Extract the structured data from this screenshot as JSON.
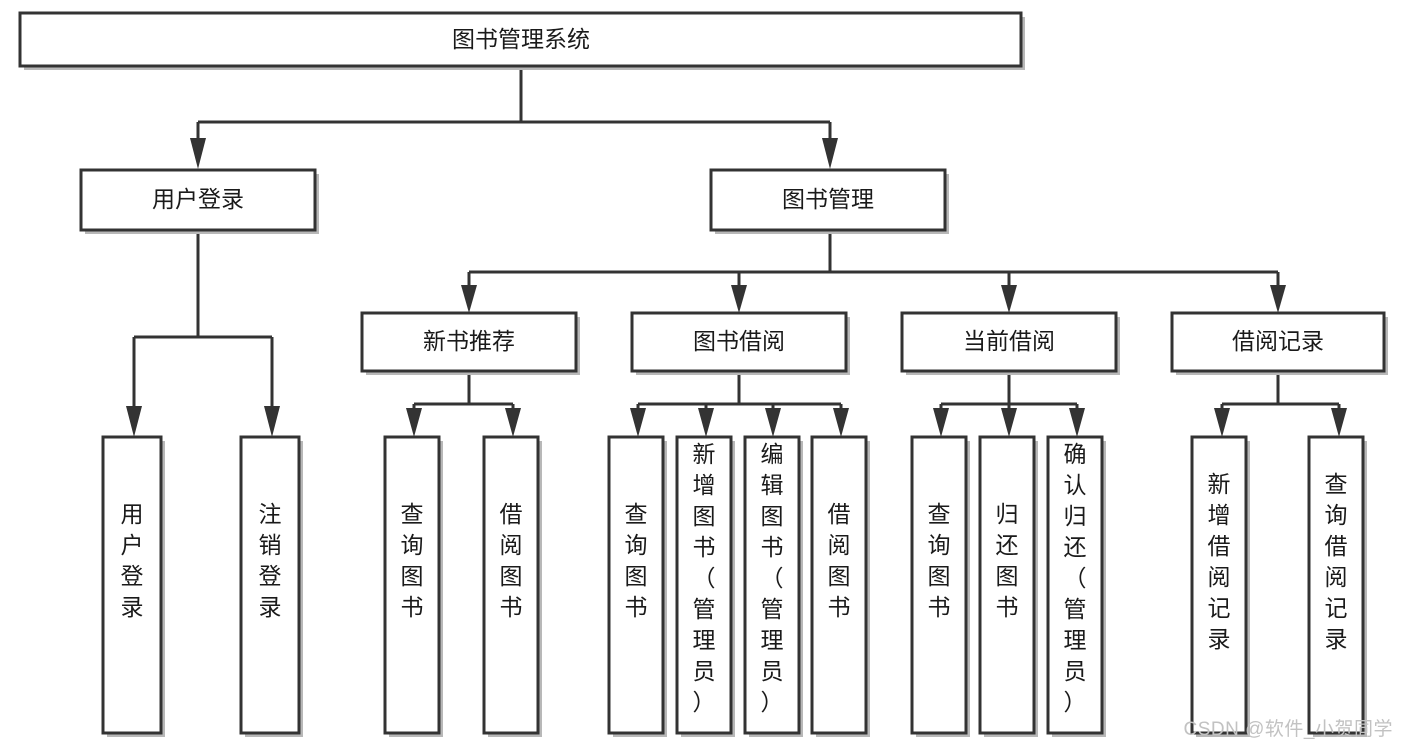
{
  "diagram": {
    "type": "tree-hierarchy",
    "title": "图书管理系统",
    "watermark": "CSDN @软件_小贺同学",
    "colors": {
      "box_fill": "#ffffff",
      "box_stroke": "#333333",
      "text": "#1a1a1a",
      "watermark": "#c2c2c2",
      "background": "#ffffff"
    },
    "levels": [
      {
        "level": 1,
        "nodes": [
          {
            "id": "root",
            "label": "图书管理系统",
            "orientation": "horizontal"
          }
        ]
      },
      {
        "level": 2,
        "nodes": [
          {
            "id": "user-login",
            "label": "用户登录",
            "orientation": "horizontal",
            "parent": "root"
          },
          {
            "id": "book-admin",
            "label": "图书管理",
            "orientation": "horizontal",
            "parent": "root"
          }
        ]
      },
      {
        "level": 3,
        "nodes": [
          {
            "id": "new-book-rec",
            "label": "新书推荐",
            "orientation": "horizontal",
            "parent": "book-admin"
          },
          {
            "id": "book-borrow",
            "label": "图书借阅",
            "orientation": "horizontal",
            "parent": "book-admin"
          },
          {
            "id": "current-borrow",
            "label": "当前借阅",
            "orientation": "horizontal",
            "parent": "book-admin"
          },
          {
            "id": "borrow-record",
            "label": "借阅记录",
            "orientation": "horizontal",
            "parent": "book-admin"
          }
        ]
      },
      {
        "level": 4,
        "nodes": [
          {
            "id": "leaf-1",
            "label": "用户登录",
            "orientation": "vertical",
            "parent": "user-login"
          },
          {
            "id": "leaf-2",
            "label": "注销登录",
            "orientation": "vertical",
            "parent": "user-login"
          },
          {
            "id": "leaf-3",
            "label": "查询图书",
            "orientation": "vertical",
            "parent": "new-book-rec"
          },
          {
            "id": "leaf-4",
            "label": "借阅图书",
            "orientation": "vertical",
            "parent": "new-book-rec"
          },
          {
            "id": "leaf-5",
            "label": "查询图书",
            "orientation": "vertical",
            "parent": "book-borrow"
          },
          {
            "id": "leaf-6",
            "label": "新增图书（管理员）",
            "orientation": "vertical",
            "parent": "book-borrow"
          },
          {
            "id": "leaf-7",
            "label": "编辑图书（管理员）",
            "orientation": "vertical",
            "parent": "book-borrow"
          },
          {
            "id": "leaf-8",
            "label": "借阅图书",
            "orientation": "vertical",
            "parent": "book-borrow"
          },
          {
            "id": "leaf-9",
            "label": "查询图书",
            "orientation": "vertical",
            "parent": "current-borrow"
          },
          {
            "id": "leaf-10",
            "label": "归还图书",
            "orientation": "vertical",
            "parent": "current-borrow"
          },
          {
            "id": "leaf-11",
            "label": "确认归还（管理员）",
            "orientation": "vertical",
            "parent": "current-borrow"
          },
          {
            "id": "leaf-12",
            "label": "新增借阅记录",
            "orientation": "vertical",
            "parent": "borrow-record"
          },
          {
            "id": "leaf-13",
            "label": "查询借阅记录",
            "orientation": "vertical",
            "parent": "borrow-record"
          }
        ]
      }
    ]
  },
  "chart_data": {
    "type": "table",
    "title": "图书管理系统 功能结构图",
    "nodes": [
      "图书管理系统",
      "用户登录",
      "图书管理",
      "新书推荐",
      "图书借阅",
      "当前借阅",
      "借阅记录",
      "用户登录",
      "注销登录",
      "查询图书",
      "借阅图书",
      "查询图书",
      "新增图书（管理员）",
      "编辑图书（管理员）",
      "借阅图书",
      "查询图书",
      "归还图书",
      "确认归还（管理员）",
      "新增借阅记录",
      "查询借阅记录"
    ],
    "edges": [
      [
        "图书管理系统",
        "用户登录"
      ],
      [
        "图书管理系统",
        "图书管理"
      ],
      [
        "用户登录",
        "用户登录"
      ],
      [
        "用户登录",
        "注销登录"
      ],
      [
        "图书管理",
        "新书推荐"
      ],
      [
        "图书管理",
        "图书借阅"
      ],
      [
        "图书管理",
        "当前借阅"
      ],
      [
        "图书管理",
        "借阅记录"
      ],
      [
        "新书推荐",
        "查询图书"
      ],
      [
        "新书推荐",
        "借阅图书"
      ],
      [
        "图书借阅",
        "查询图书"
      ],
      [
        "图书借阅",
        "新增图书（管理员）"
      ],
      [
        "图书借阅",
        "编辑图书（管理员）"
      ],
      [
        "图书借阅",
        "借阅图书"
      ],
      [
        "当前借阅",
        "查询图书"
      ],
      [
        "当前借阅",
        "归还图书"
      ],
      [
        "当前借阅",
        "确认归还（管理员）"
      ],
      [
        "借阅记录",
        "新增借阅记录"
      ],
      [
        "借阅记录",
        "查询借阅记录"
      ]
    ]
  }
}
